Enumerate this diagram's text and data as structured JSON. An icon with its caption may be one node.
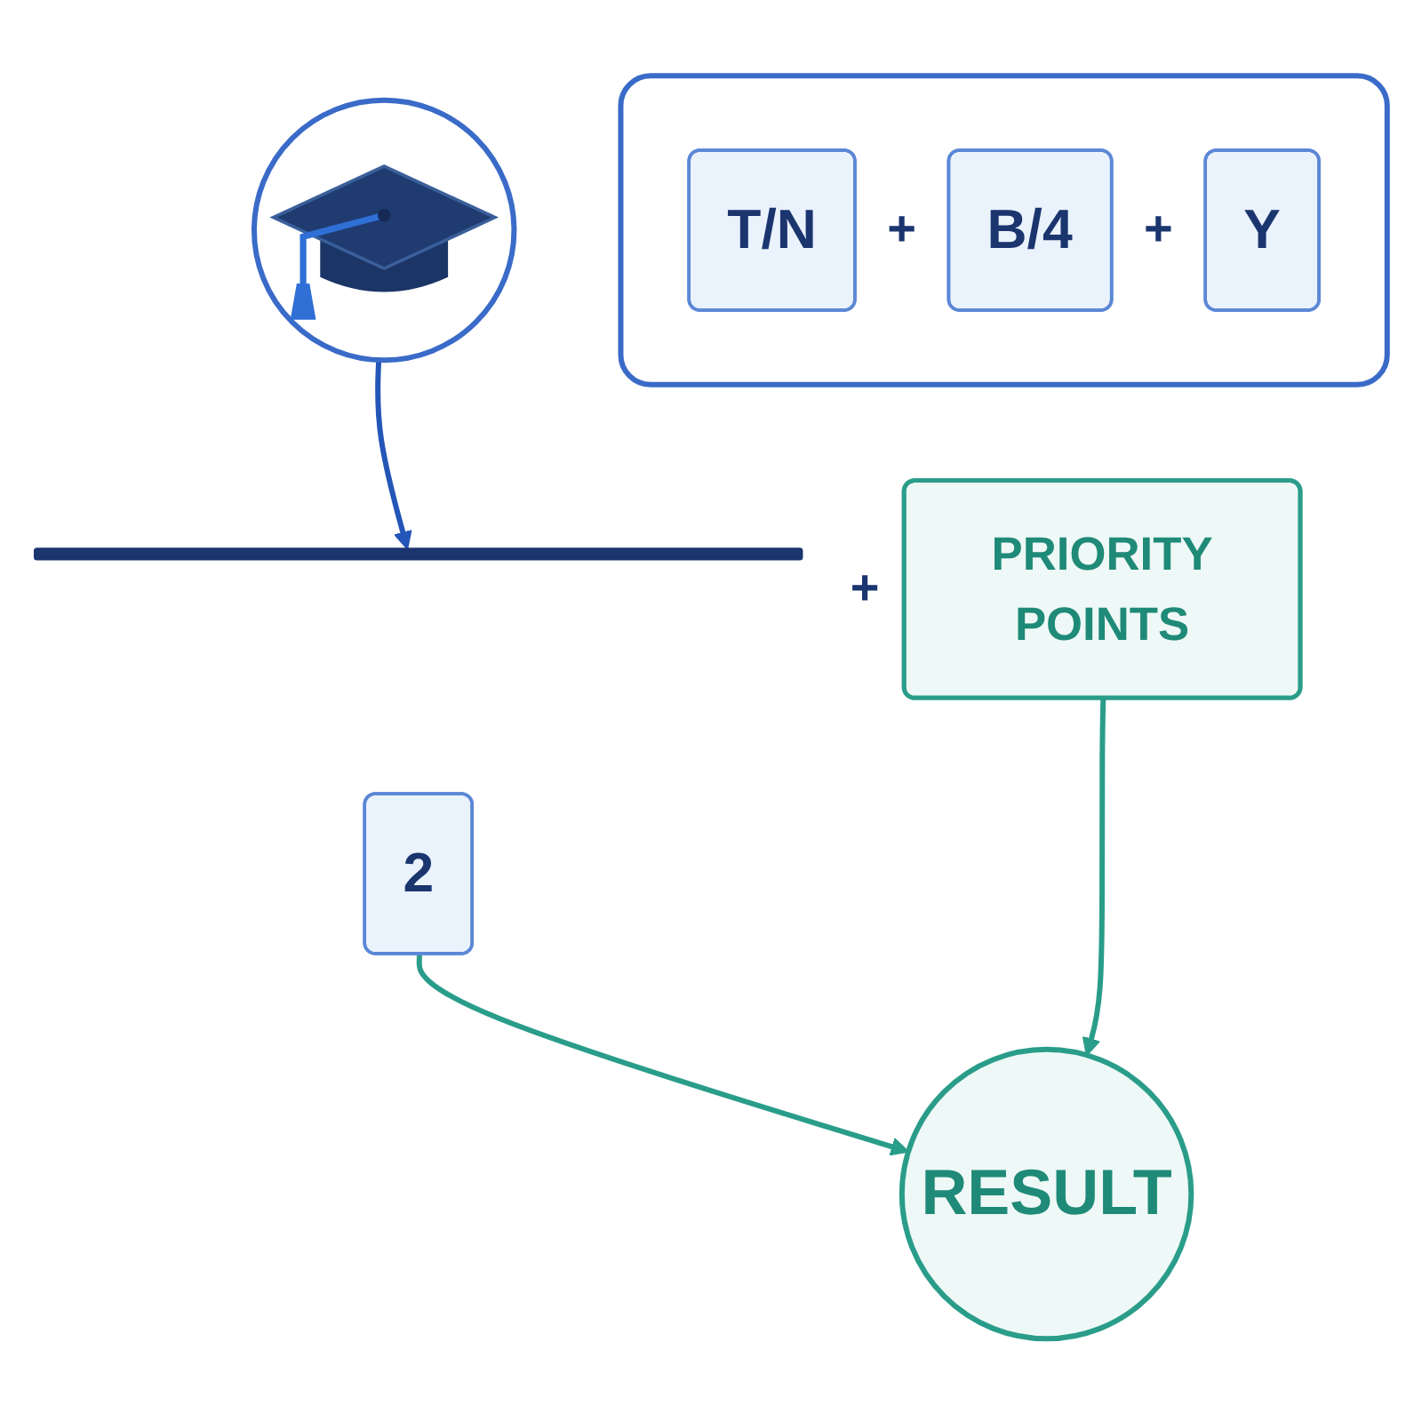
{
  "diagram": {
    "nodes": [
      {
        "text": [],
        "shape": "picture"
      },
      {
        "text": [],
        "shape": "box"
      },
      {
        "text": [
          "T/N"
        ],
        "in": 1
      },
      {
        "text": [
          "B/4"
        ],
        "in": 1
      },
      {
        "text": [
          "Y"
        ],
        "in": 1
      },
      {
        "text": [],
        "shape": "bar"
      },
      {
        "text": [
          "2"
        ]
      },
      {
        "text": [
          "PRIORITY POINTS"
        ]
      },
      {
        "text": [
          "RESULT"
        ]
      }
    ],
    "edges": [
      {
        "from": 0,
        "to": 5,
        "arrow": "to",
        "color": "#2456b8"
      },
      {
        "from": 6,
        "to": 8,
        "arrow": "to"
      },
      {
        "from": 7,
        "to": 8,
        "arrow": "to"
      }
    ],
    "labels": [
      "+",
      "+",
      "+"
    ]
  }
}
